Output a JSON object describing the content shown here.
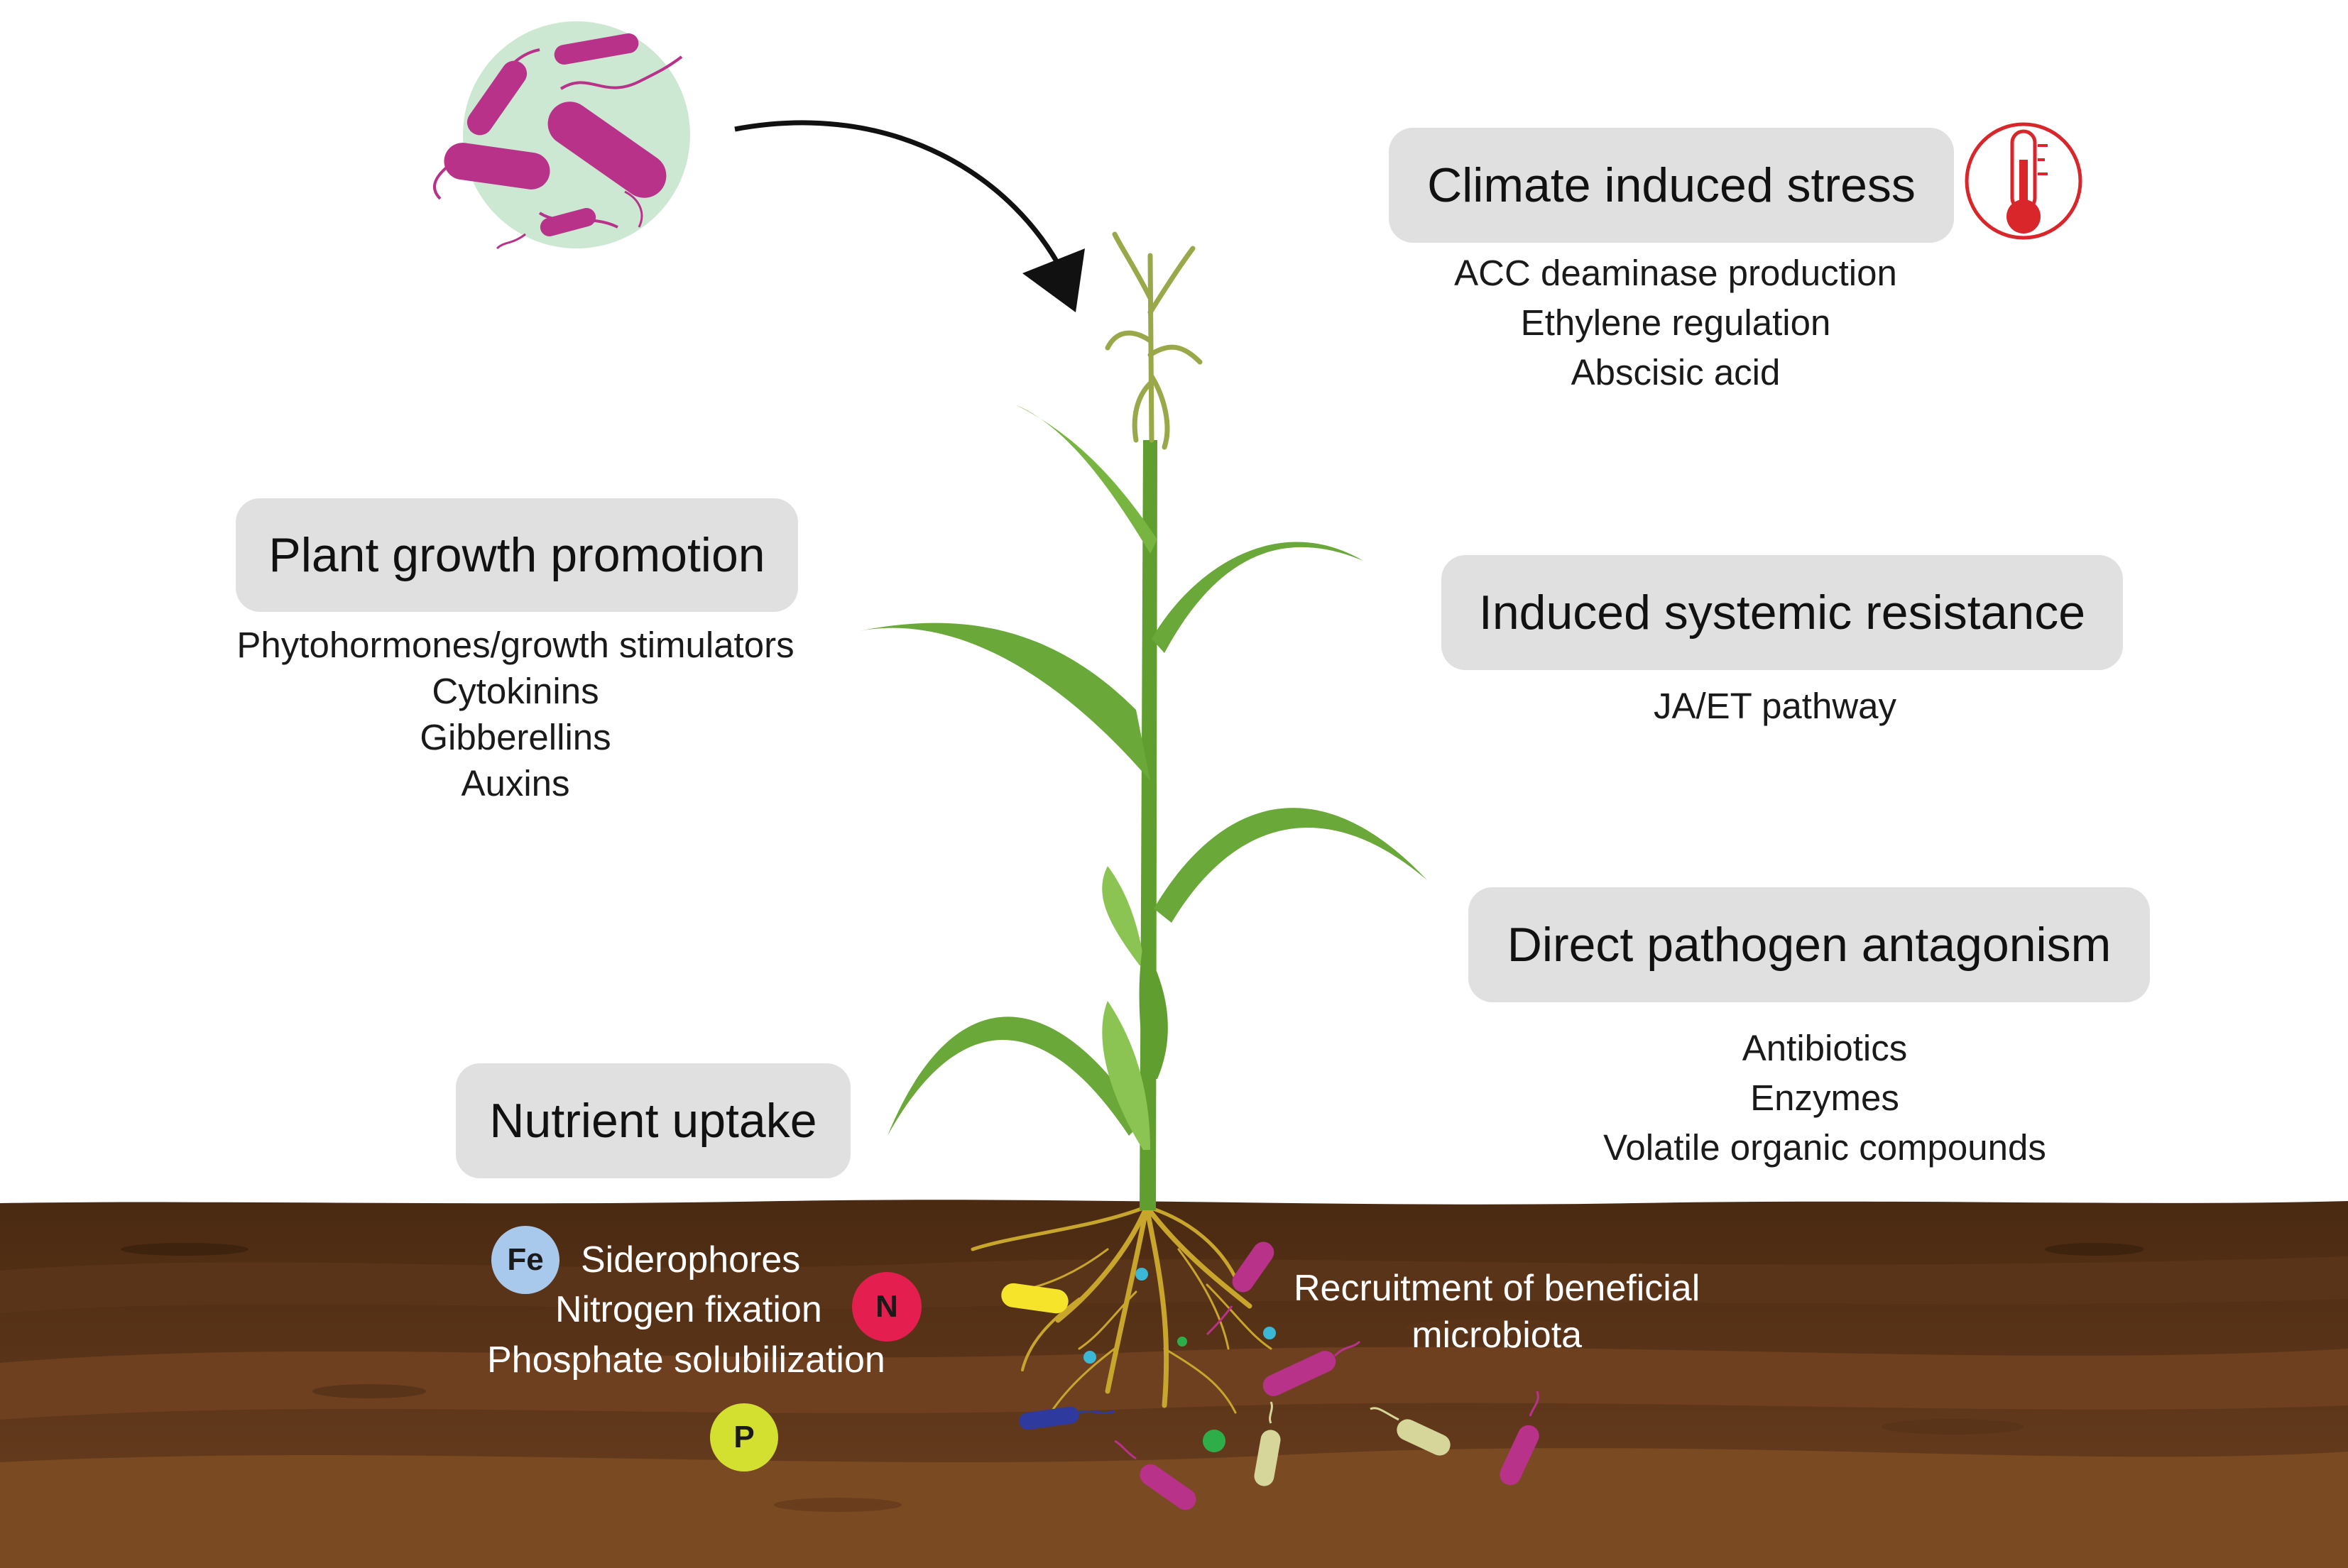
{
  "colors": {
    "pill_bg": "#e0e0e0",
    "thermo_red": "#d9262b",
    "bacteria_magenta": "#b8328a",
    "soil_dark": "#4a2a12",
    "soil_light": "#7a4a22",
    "leaf_green": "#6aa83a",
    "root_gold": "#c8a62c"
  },
  "sections": {
    "climate": {
      "title": "Climate induced stress",
      "items": [
        "ACC deaminase production",
        "Ethylene regulation",
        "Abscisic acid"
      ],
      "icon": "thermometer-icon"
    },
    "growth": {
      "title": "Plant growth promotion",
      "items": [
        "Phytohormones/growth stimulators",
        "Cytokinins",
        "Gibberellins",
        "Auxins"
      ]
    },
    "isr": {
      "title": "Induced systemic resistance",
      "items": [
        "JA/ET pathway"
      ]
    },
    "pathogen": {
      "title": "Direct pathogen antagonism",
      "items": [
        "Antibiotics",
        "Enzymes",
        "Volatile organic compounds"
      ]
    },
    "nutrient": {
      "title": "Nutrient uptake",
      "items": [
        "Siderophores",
        "Nitrogen fixation",
        "Phosphate solubilization"
      ]
    },
    "recruitment": {
      "lines": [
        "Recruitment of beneficial",
        "microbiota"
      ]
    }
  },
  "badges": {
    "fe": {
      "label": "Fe",
      "color": "#a8c8ec",
      "text_color": "#1a1a1a"
    },
    "n": {
      "label": "N",
      "color": "#e41e4e",
      "text_color": "#1a1a1a"
    },
    "p": {
      "label": "P",
      "color": "#d4e030",
      "text_color": "#1a1a1a"
    }
  }
}
